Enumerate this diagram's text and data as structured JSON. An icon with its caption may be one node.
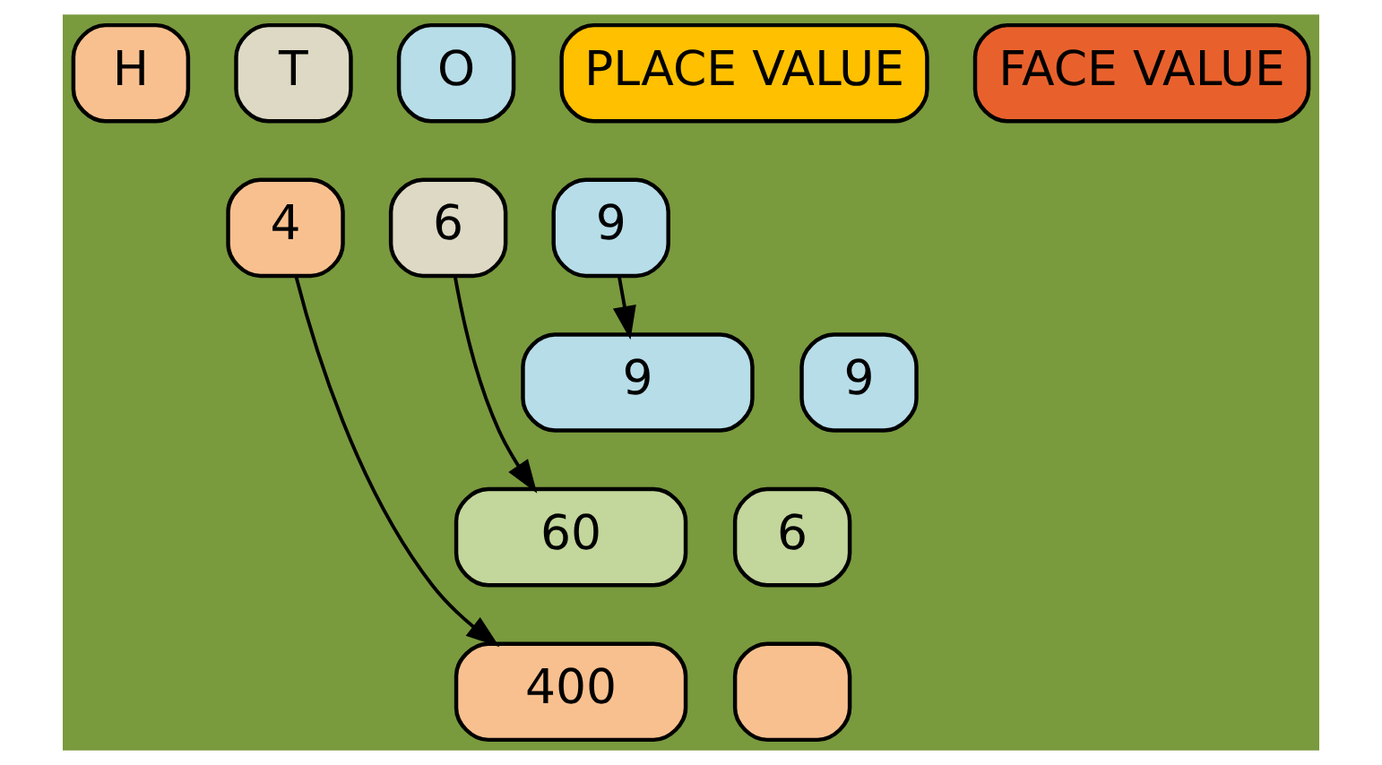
{
  "diagram": {
    "nodes": [
      {
        "text": [
          "H"
        ]
      },
      {
        "text": [
          "T"
        ]
      },
      {
        "text": [
          "O"
        ]
      },
      {
        "text": [
          "4"
        ]
      },
      {
        "text": [
          "6"
        ]
      },
      {
        "text": [
          "9"
        ]
      },
      {
        "text": [
          "PLACE VALUE"
        ]
      },
      {
        "text": [
          "FACE VALUE"
        ]
      },
      {
        "text": [
          "9"
        ]
      },
      {
        "text": [
          "60"
        ]
      },
      {
        "text": [
          "400"
        ]
      },
      {
        "text": [
          "9"
        ]
      },
      {
        "text": [
          "6"
        ]
      },
      {
        "text": [],
        "shape": "box"
      }
    ],
    "edges": [
      {
        "from": 5,
        "to": 8,
        "arrow": "to"
      },
      {
        "from": 4,
        "to": 9,
        "arrow": "to"
      },
      {
        "from": 3,
        "to": 10,
        "arrow": "to"
      }
    ]
  }
}
